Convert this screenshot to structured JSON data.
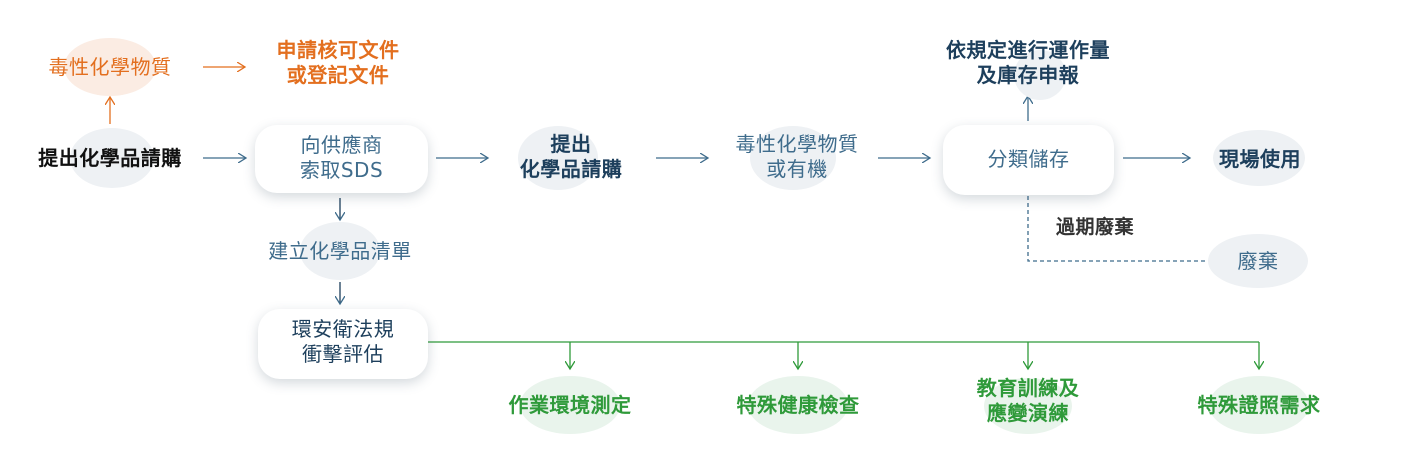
{
  "nodes": {
    "toxic_chem": "毒性化學物質",
    "apply_docs": "申請核可文件\n或登記文件",
    "purchase_request": "提出化學品請購",
    "supplier_sds": "向供應商\n索取SDS",
    "submit_request": "提出\n化學品請購",
    "toxic_or_organic": "毒性化學物質\n或有機",
    "classified_storage": "分類儲存",
    "report_operation": "依規定進行運作量\n及庫存申報",
    "field_use": "現場使用",
    "expired_disposal": "過期廢棄",
    "waste": "廢棄",
    "chem_inventory": "建立化學品清單",
    "env_safety_assessment": "環安衛法規\n衝擊評估",
    "work_env_measure": "作業環境測定",
    "special_health_check": "特殊健康檢查",
    "training_drill": "教育訓練及\n應變演練",
    "special_license": "特殊證照需求"
  },
  "colors": {
    "orange": "#e36f1f",
    "navy": "#1d3f5c",
    "steel": "#3f6c8c",
    "green": "#2f9a3a",
    "blob_gray": "#eef1f4"
  }
}
